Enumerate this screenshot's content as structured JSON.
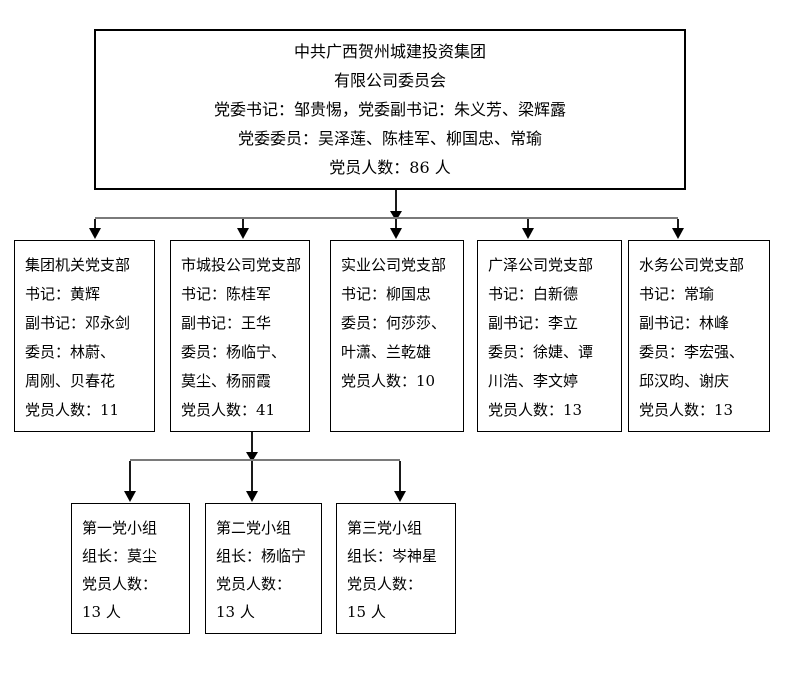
{
  "org": {
    "root": {
      "lines": [
        "中共广西贺州城建投资集团",
        "有限公司委员会",
        "党委书记：邹贵惕，党委副书记：朱义芳、梁辉露",
        "党委委员：吴泽莲、陈桂军、柳国忠、常瑜",
        "党员人数：86 人"
      ]
    },
    "branches": [
      {
        "lines": [
          "集团机关党支部",
          "书记：黄辉",
          "副书记：邓永剑",
          "委员：林蔚、",
          "周刚、贝春花",
          "党员人数：11"
        ]
      },
      {
        "lines": [
          "市城投公司党支部",
          "书记：陈桂军",
          "副书记：王华",
          "委员：杨临宁、",
          "莫尘、杨丽霞",
          "党员人数：41"
        ]
      },
      {
        "lines": [
          "实业公司党支部",
          "书记：柳国忠",
          "委员：何莎莎、",
          "叶潇、兰乾雄",
          "党员人数：10"
        ]
      },
      {
        "lines": [
          "广泽公司党支部",
          "书记：白新德",
          "副书记：李立",
          "委员：徐婕、谭",
          "川浩、李文婷",
          "党员人数：13"
        ]
      },
      {
        "lines": [
          "水务公司党支部",
          "书记：常瑜",
          "副书记：林峰",
          "委员：李宏强、",
          "邱汉昀、谢庆",
          "党员人数：13"
        ]
      }
    ],
    "groups": [
      {
        "lines": [
          "第一党小组",
          "组长：莫尘",
          "党员人数：",
          "13 人"
        ]
      },
      {
        "lines": [
          "第二党小组",
          "组长：杨临宁",
          "党员人数：",
          "13 人"
        ]
      },
      {
        "lines": [
          "第三党小组",
          "组长：岑神星",
          "党员人数：",
          "15 人"
        ]
      }
    ]
  },
  "colors": {
    "background": "#ffffff",
    "text": "#000000",
    "box_border": "#000000",
    "line_vertical": "#1a1a1a",
    "line_horizontal": "#7a7a7a",
    "arrowhead": "#000000"
  }
}
